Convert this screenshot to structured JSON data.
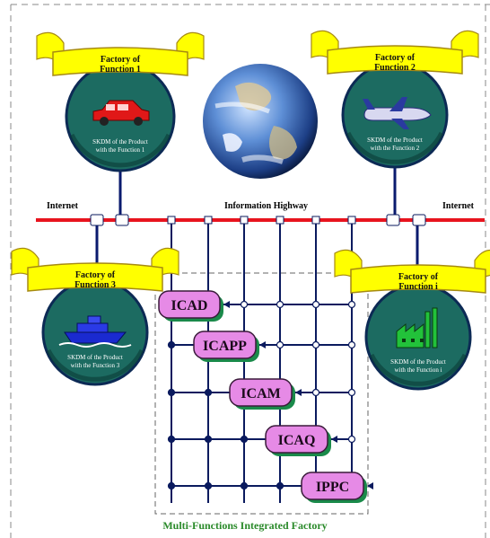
{
  "colors": {
    "highway": "#e8141e",
    "factory_fill": "#1c6b61",
    "factory_stroke": "#0c2a55",
    "banner": "#ffff00",
    "banner_stroke": "#a68a12",
    "module_fill": "#e68ae6",
    "module_shadow": "#1a8a4a",
    "grid": "#0a1a5e",
    "footer": "#2a8a2a"
  },
  "labels": {
    "internet_left": "Internet",
    "information_highway": "Information Highway",
    "internet_right": "Internet"
  },
  "factories": [
    {
      "line1": "Factory of",
      "line2": "Function 1",
      "icon": "car-icon",
      "desc1": "SKDM of the Product",
      "desc2": "with the Function 1"
    },
    {
      "line1": "Factory of",
      "line2": "Function 2",
      "icon": "airplane-icon",
      "desc1": "SKDM of the Product",
      "desc2": "with the Function 2"
    },
    {
      "line1": "Factory of",
      "line2": "Function 3",
      "icon": "ship-icon",
      "desc1": "SKDM of the Product",
      "desc2": "with the Function 3"
    },
    {
      "line1": "Factory of",
      "line2": "Function i",
      "icon": "factory-icon",
      "desc1": "SKDM of the Product",
      "desc2": "with the Function i"
    }
  ],
  "modules": [
    "ICAD",
    "ICAPP",
    "ICAM",
    "ICAQ",
    "IPPC"
  ],
  "footer": "Multi-Functions Integrated Factory",
  "center_image": "earth-globe-icon"
}
